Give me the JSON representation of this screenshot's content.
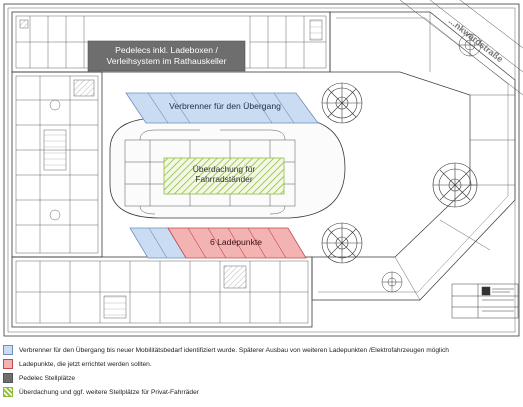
{
  "overlays": {
    "pedelec_label_line1": "Pedelecs inkl. Ladeboxen /",
    "pedelec_label_line2": "Verleihsystem im Rathauskeller",
    "combustion_label": "Verbrenner für den Übergang",
    "canopy_label_line1": "Überdachung für",
    "canopy_label_line2": "Fahrradständer",
    "charging_label": "6 Ladepunkte"
  },
  "street_label": "...nkwardstraße",
  "legend": [
    {
      "swatch": "blue",
      "text": "Verbrenner für den Übergang bis neuer Mobilitätsbedarf identifiziert wurde. Späterer Ausbau von weiteren Ladepunkten /Elektrofahrzeugen möglich"
    },
    {
      "swatch": "red",
      "text": "Ladepunkte, die jetzt errichtet werden sollten."
    },
    {
      "swatch": "gray",
      "text": "Pedelec Stellplätze"
    },
    {
      "swatch": "green-hatch",
      "text": "Überdachung und ggf. weitere Stellplätze für Privat-Fahrräder"
    }
  ],
  "colors": {
    "blue_fill": "#c9dcf1",
    "blue_stroke": "#6d8fc0",
    "red_fill": "#f4b3b3",
    "red_stroke": "#c24a4a",
    "gray_fill": "#6e6e6e",
    "green_hatch": "#8fbf3a",
    "drawing_line": "#3a3a3a"
  }
}
